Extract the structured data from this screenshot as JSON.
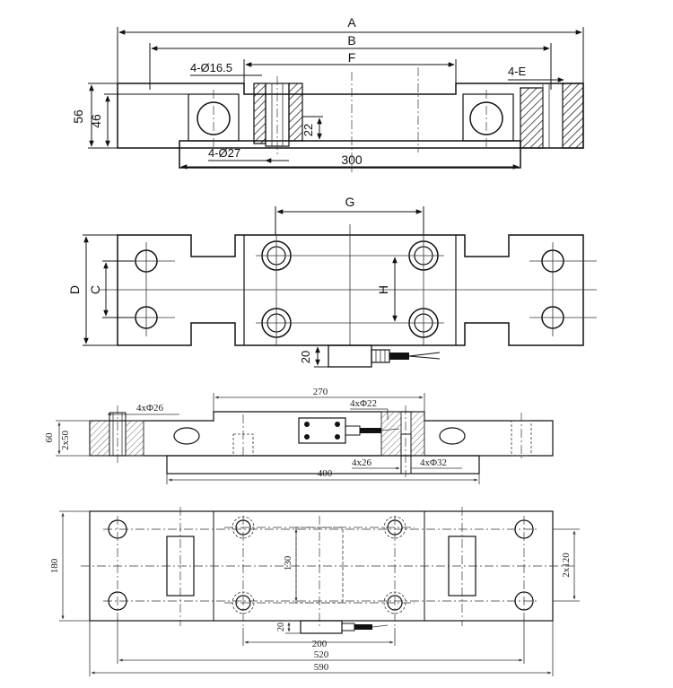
{
  "view1": {
    "dim_A": "A",
    "dim_B": "B",
    "dim_F": "F",
    "dim_bolt": "4-Ø16.5",
    "dim_counterbore": "4-Ø27",
    "dim_56": "56",
    "dim_46": "46",
    "dim_22": "22",
    "dim_300": "300",
    "dim_4E": "4-E"
  },
  "view2": {
    "dim_G": "G",
    "dim_D": "D",
    "dim_C": "C",
    "dim_H": "H",
    "dim_20": "20"
  },
  "view3": {
    "dim_270": "270",
    "dim_4x22": "4xΦ22",
    "dim_4x26_top": "4xΦ26",
    "dim_60": "60",
    "dim_2x50": "2x50",
    "dim_400": "400",
    "dim_4x26_bot": "4x26",
    "dim_4x32": "4xΦ32"
  },
  "view4": {
    "dim_180": "180",
    "dim_130": "130",
    "dim_2x120": "2x120",
    "dim_20": "20",
    "dim_200": "200",
    "dim_520": "520",
    "dim_590": "590"
  }
}
